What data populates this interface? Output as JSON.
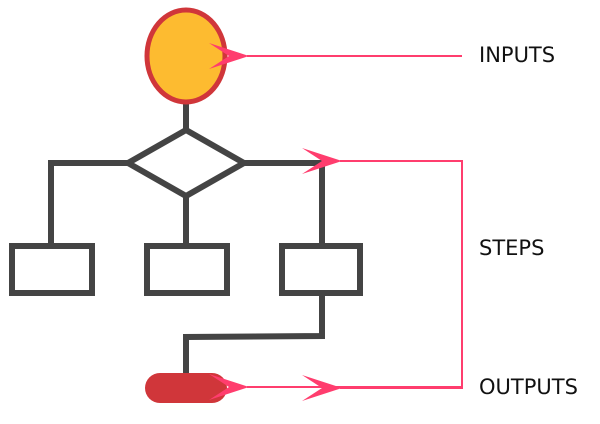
{
  "labels": {
    "inputs": "INPUTS",
    "steps": "STEPS",
    "outputs": "OUTPUTS"
  },
  "colors": {
    "line": "#444444",
    "input_fill": "#fdbb30",
    "input_stroke": "#d0363a",
    "output_fill": "#d0363a",
    "arrow": "#ff3d6e"
  }
}
